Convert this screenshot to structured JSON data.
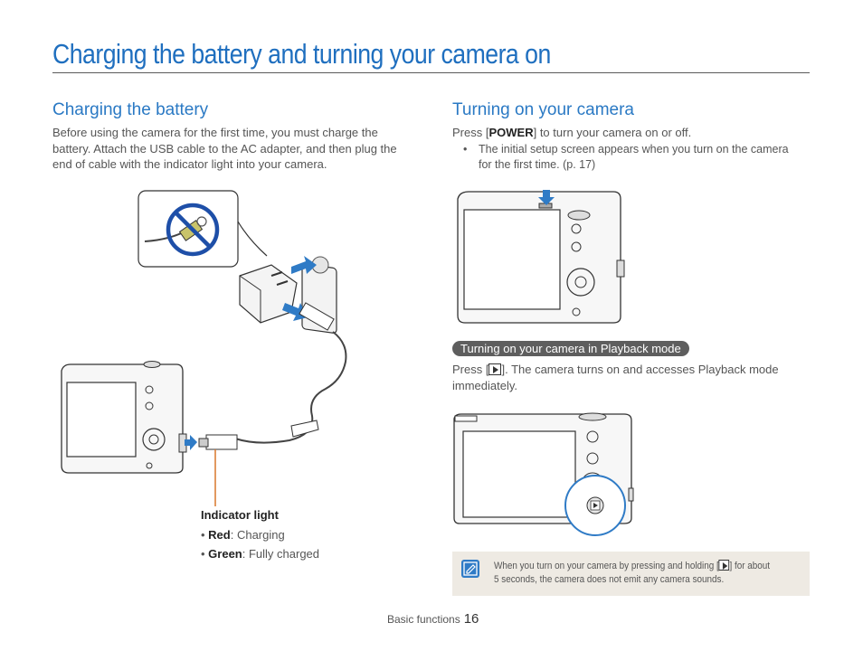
{
  "page": {
    "title": "Charging the battery and turning your camera on"
  },
  "left": {
    "heading": "Charging the battery",
    "intro": "Before using the camera for the first time, you must charge the battery. Attach the USB cable to the AC adapter, and then plug the end of cable with the indicator light into your camera.",
    "indicator": {
      "title": "Indicator light",
      "items": [
        {
          "label": "Red",
          "desc": ": Charging"
        },
        {
          "label": "Green",
          "desc": ": Fully charged"
        }
      ]
    }
  },
  "right": {
    "heading": "Turning on your camera",
    "press_pre": "Press [",
    "press_key": "POWER",
    "press_post": "] to turn your camera on or off.",
    "bullet_line1": "The initial setup screen appears when you turn on the camera",
    "bullet_line2": "for the first time. (p. 17)",
    "playback": {
      "pill": "Turning on your camera in Playback mode",
      "press_pre": "Press [",
      "press_post": "]. The camera turns on and accesses Playback mode",
      "line2": "immediately."
    },
    "note": {
      "line1_pre": "When you turn on your camera by pressing and holding [",
      "line1_post": "] for about",
      "line2": "5 seconds, the camera does not emit any camera sounds."
    }
  },
  "footer": {
    "section": "Basic functions",
    "page_number": "16"
  },
  "colors": {
    "title_blue": "#1f6fbf",
    "arrow_blue": "#2f7bc6",
    "indicator_orange": "#d9772b",
    "prohibit_blue": "#1e4fa8"
  },
  "icons": [
    "note-icon",
    "playback-icon",
    "no-plug-icon"
  ]
}
